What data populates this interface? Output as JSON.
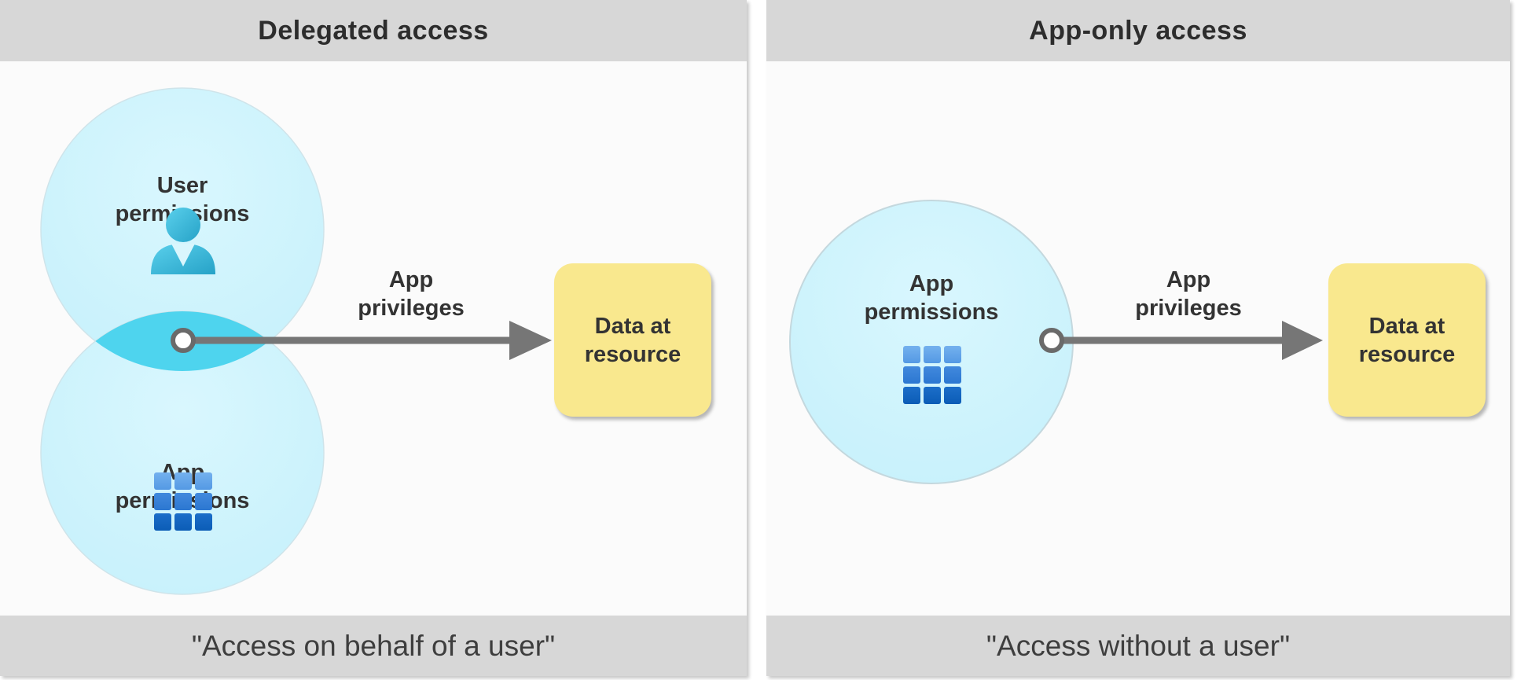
{
  "colors": {
    "panel_header_bg": "#d7d7d7",
    "panel_body_bg": "#fbfbfb",
    "circle_fill": "#c9f1fb",
    "overlap_fill": "#4ed4ee",
    "arrow_gray": "#767676",
    "resource_box_fill": "#f9e88e",
    "label_text": "#333333",
    "grid_icon_blue_top": "#6aaaec",
    "grid_icon_blue_bottom": "#0c5fb8",
    "person_icon_teal": "#38bcde"
  },
  "panels": [
    {
      "title": "Delegated access",
      "caption": "\"Access on behalf of a user\"",
      "circle1_label": "User permissions",
      "circle2_label": "App permissions",
      "arrow_label": "App privileges",
      "box_label": "Data at resource"
    },
    {
      "title": "App-only access",
      "caption": "\"Access without a user\"",
      "circle1_label": "App permissions",
      "arrow_label": "App privileges",
      "box_label": "Data at resource"
    }
  ]
}
